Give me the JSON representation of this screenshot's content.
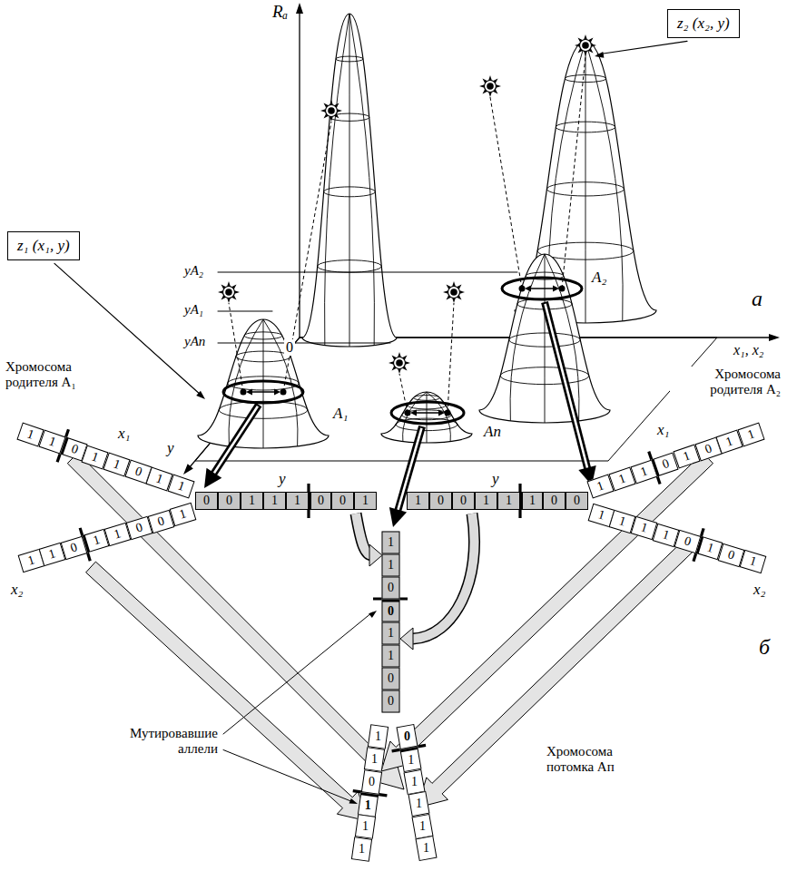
{
  "diagram": {
    "nodes": [
      {
        "text": [
          "z₂ (x₂, y)"
        ]
      },
      {
        "text": [
          "z₁ (x₁, y)"
        ]
      },
      {
        "text": [
          "1"
        ]
      },
      {
        "text": [
          "1"
        ]
      },
      {
        "text": [
          "0"
        ]
      },
      {
        "text": [
          "1"
        ]
      },
      {
        "text": [
          "1"
        ]
      },
      {
        "text": [
          "0"
        ]
      },
      {
        "text": [
          "1"
        ]
      },
      {
        "text": [
          "1"
        ]
      },
      {
        "text": [
          "1"
        ]
      },
      {
        "text": [
          "1"
        ]
      },
      {
        "text": [
          "0"
        ]
      },
      {
        "text": [
          "1"
        ]
      },
      {
        "text": [
          "1"
        ]
      },
      {
        "text": [
          "0"
        ]
      },
      {
        "text": [
          "0"
        ]
      },
      {
        "text": [
          "1"
        ]
      },
      {
        "text": [
          "0"
        ]
      },
      {
        "text": [
          "0"
        ]
      },
      {
        "text": [
          "1"
        ]
      },
      {
        "text": [
          "1"
        ]
      },
      {
        "text": [
          "1"
        ]
      },
      {
        "text": [
          "0"
        ]
      },
      {
        "text": [
          "0"
        ]
      },
      {
        "text": [
          "1"
        ]
      },
      {
        "text": [
          "1"
        ]
      },
      {
        "text": [
          "0"
        ]
      },
      {
        "text": [
          "0"
        ]
      },
      {
        "text": [
          "1"
        ]
      },
      {
        "text": [
          "1"
        ]
      },
      {
        "text": [
          "1"
        ]
      },
      {
        "text": [
          "0"
        ]
      },
      {
        "text": [
          "0"
        ]
      },
      {
        "text": [
          "1"
        ]
      },
      {
        "text": [
          "1"
        ]
      },
      {
        "text": [
          "1"
        ]
      },
      {
        "text": [
          "0"
        ]
      },
      {
        "text": [
          "1"
        ]
      },
      {
        "text": [
          "0"
        ]
      },
      {
        "text": [
          "1"
        ]
      },
      {
        "text": [
          "1"
        ]
      },
      {
        "text": [
          "1"
        ]
      },
      {
        "text": [
          "1"
        ]
      },
      {
        "text": [
          "1"
        ]
      },
      {
        "text": [
          "1"
        ]
      },
      {
        "text": [
          "0"
        ]
      },
      {
        "text": [
          "1"
        ]
      },
      {
        "text": [
          "0"
        ]
      },
      {
        "text": [
          "1"
        ]
      },
      {
        "text": [
          "1"
        ]
      },
      {
        "text": [
          "1"
        ]
      },
      {
        "text": [
          "0"
        ]
      },
      {
        "text": [
          "0"
        ]
      },
      {
        "text": [
          "1"
        ]
      },
      {
        "text": [
          "1"
        ]
      },
      {
        "text": [
          "0"
        ]
      },
      {
        "text": [
          "0"
        ]
      },
      {
        "text": [
          "1"
        ]
      },
      {
        "text": [
          "1"
        ]
      },
      {
        "text": [
          "0"
        ]
      },
      {
        "text": [
          "1"
        ]
      },
      {
        "text": [
          "1"
        ]
      },
      {
        "text": [
          "1"
        ]
      },
      {
        "text": [
          "0"
        ]
      },
      {
        "text": [
          "1"
        ]
      },
      {
        "text": [
          "1"
        ]
      },
      {
        "text": [
          "1"
        ]
      },
      {
        "text": [
          "1"
        ]
      },
      {
        "text": [
          "1"
        ]
      }
    ],
    "labels": [
      "Rₐ",
      "0",
      "x₁, x₂",
      "yA₂",
      "yA₁",
      "yAп",
      "A₂",
      "A₁",
      "Aп",
      "a",
      "y",
      "Хромосома родителя A₁",
      "x₁",
      "y",
      "x₂",
      "Хромосома родителя A₂",
      "y",
      "x₁",
      "x₂",
      "б",
      "Мутировавшие аллели",
      "Хромосома потомка Aп"
    ]
  }
}
